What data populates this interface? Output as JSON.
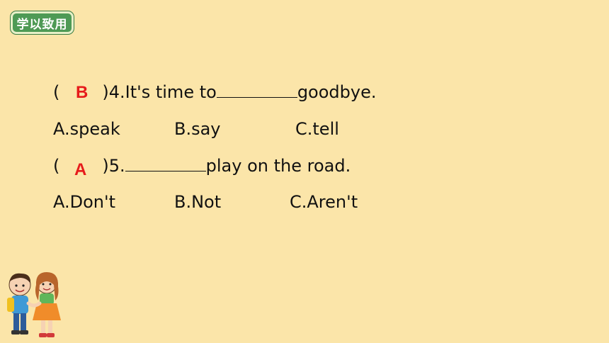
{
  "badge": {
    "label": "学以致用"
  },
  "questions": [
    {
      "open": "(",
      "answer": "B",
      "close": ")4.It's time to",
      "after_blank": "goodbye.",
      "options": [
        "A.speak",
        "B.say",
        "C.tell"
      ]
    },
    {
      "open": "(",
      "answer": "A",
      "close": ")5.",
      "after_blank": "play on the road.",
      "options": [
        "A.Don't",
        "B.Not",
        "C.Aren't"
      ]
    }
  ],
  "colors": {
    "background": "#fbe5a9",
    "badge": "#4e9a55",
    "answer": "#e61b1b"
  },
  "illustration": {
    "name": "two-kids-holding-hands-icon"
  }
}
